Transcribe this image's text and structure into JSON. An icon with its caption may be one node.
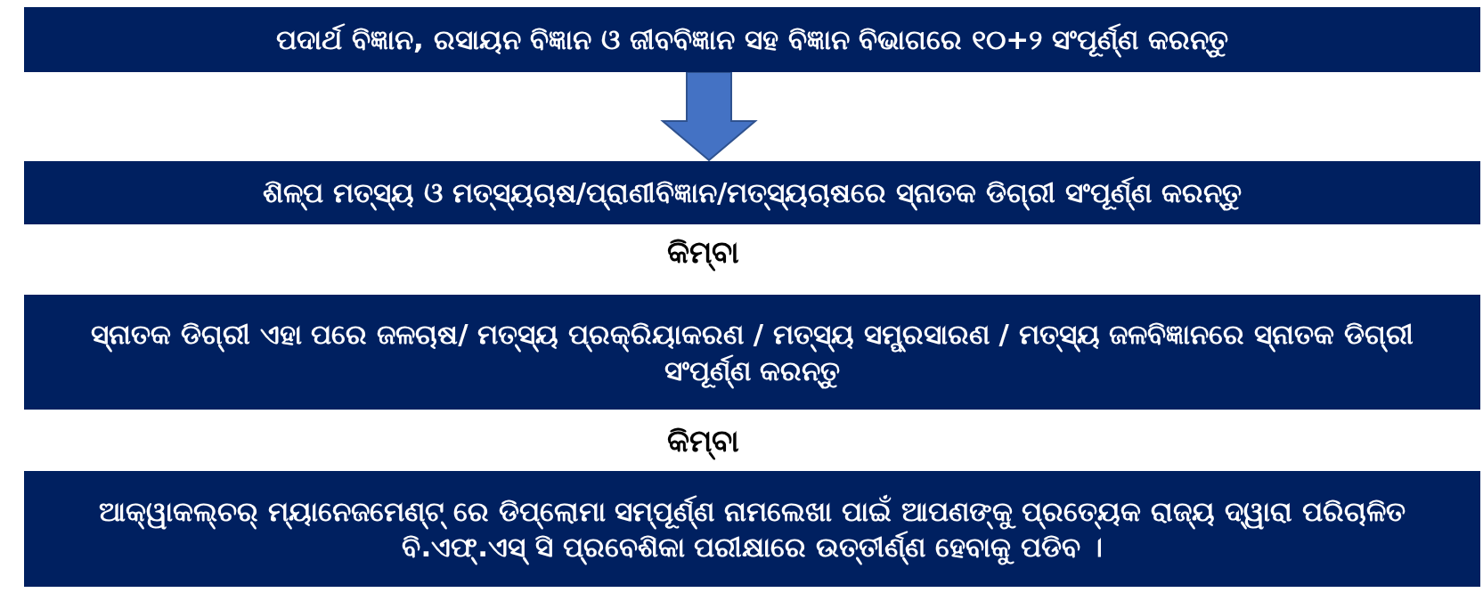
{
  "diagram": {
    "nodes": [
      {
        "text": [
          "ପଦାର୍ଥ ବିଜ୍ଞାନ, ରସାୟନ ବିଜ୍ଞାନ ଓ ଜୀବବିଜ୍ଞାନ ସହ ବିଜ୍ଞାନ ବିଭାଗରେ ୧୦+୨ ସଂପୂର୍ଣ୍ଣ କରନ୍ତୁ"
        ]
      },
      {
        "text": [
          "ଶିଳ୍ପ ମତ୍ସ୍ୟ ଓ ମତ୍ସ୍ୟଚାଷ/ପ୍ରାଣୀବିଜ୍ଞାନ/ମତ୍ସ୍ୟଚାଷରେ ସ୍ନାତକ ଡିଗ୍ରୀ ସଂପୂର୍ଣ୍ଣ କରନ୍ତୁ"
        ]
      },
      {
        "text": [
          "ସ୍ନାତକ ଡିଗ୍ରୀ ଏହା ପରେ ଜଳଚାଷ/ ମତ୍ସ୍ୟ ପ୍ରକ୍ରିୟାକରଣ / ମତ୍ସ୍ୟ ସମ୍ପ୍ରସାରଣ / ମତ୍ସ୍ୟ ଜଳବିଜ୍ଞାନରେ ସ୍ନାତକ ଡିଗ୍ରୀ ସଂପୂର୍ଣ୍ଣ କରନ୍ତୁ"
        ]
      },
      {
        "text": [
          "ଆକ୍ୱାକଲ୍ଚର୍ ମ୍ୟାନେଜମେଣ୍ଟ୍ ରେ ଡିପ୍ଲୋମା ସମ୍ପୂର୍ଣ୍ଣ ନାମଲେଖା ପାଇଁ ଆପଣଙ୍କୁ ପ୍ରତ୍ୟେକ ରାଜ୍ୟ ଦ୍ୱାରା ପରିଚାଳିତ ବି.ଏଫ୍.ଏସ୍ ସି ପ୍ରବେଶିକା ପରୀକ୍ଷାରେ ଉତ୍ତୀର୍ଣ୍ଣ ହେବାକୁ ପଡିବ ।"
        ]
      }
    ],
    "edges": [
      {
        "from": 0,
        "to": 1,
        "arrow": "to"
      }
    ],
    "labels": [
      "କିମ୍ବା",
      "କିମ୍ବା"
    ]
  }
}
